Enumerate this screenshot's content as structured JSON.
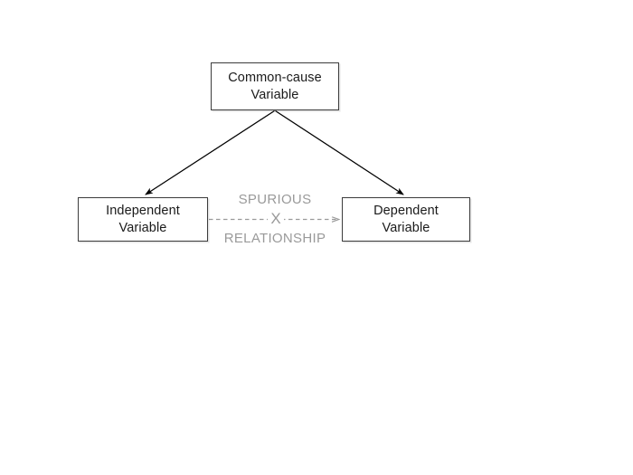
{
  "diagram": {
    "title_visible": false,
    "background_color": "#ffffff",
    "nodes": [
      {
        "id": "common-cause",
        "label": "Common-cause\nVariable",
        "border_color": "#3c3c3c",
        "text_color": "#1a1a1a"
      },
      {
        "id": "independent",
        "label": "Independent\nVariable",
        "border_color": "#3c3c3c",
        "text_color": "#1a1a1a"
      },
      {
        "id": "dependent",
        "label": "Dependent\nVariable",
        "border_color": "#3c3c3c",
        "text_color": "#1a1a1a"
      }
    ],
    "edges": [
      {
        "id": "common-to-independent",
        "from": "common-cause",
        "to": "independent",
        "style": "solid",
        "color": "#000000",
        "arrowhead": "filled"
      },
      {
        "id": "common-to-dependent",
        "from": "common-cause",
        "to": "dependent",
        "style": "solid",
        "color": "#000000",
        "arrowhead": "filled"
      },
      {
        "id": "independent-to-dependent",
        "from": "independent",
        "to": "dependent",
        "style": "dashed",
        "color": "#9a9a9a",
        "arrowhead": "open",
        "crossed_out": true,
        "cross_symbol": "X",
        "caption_above": "SPURIOUS",
        "caption_below": "RELATIONSHIP"
      }
    ]
  }
}
